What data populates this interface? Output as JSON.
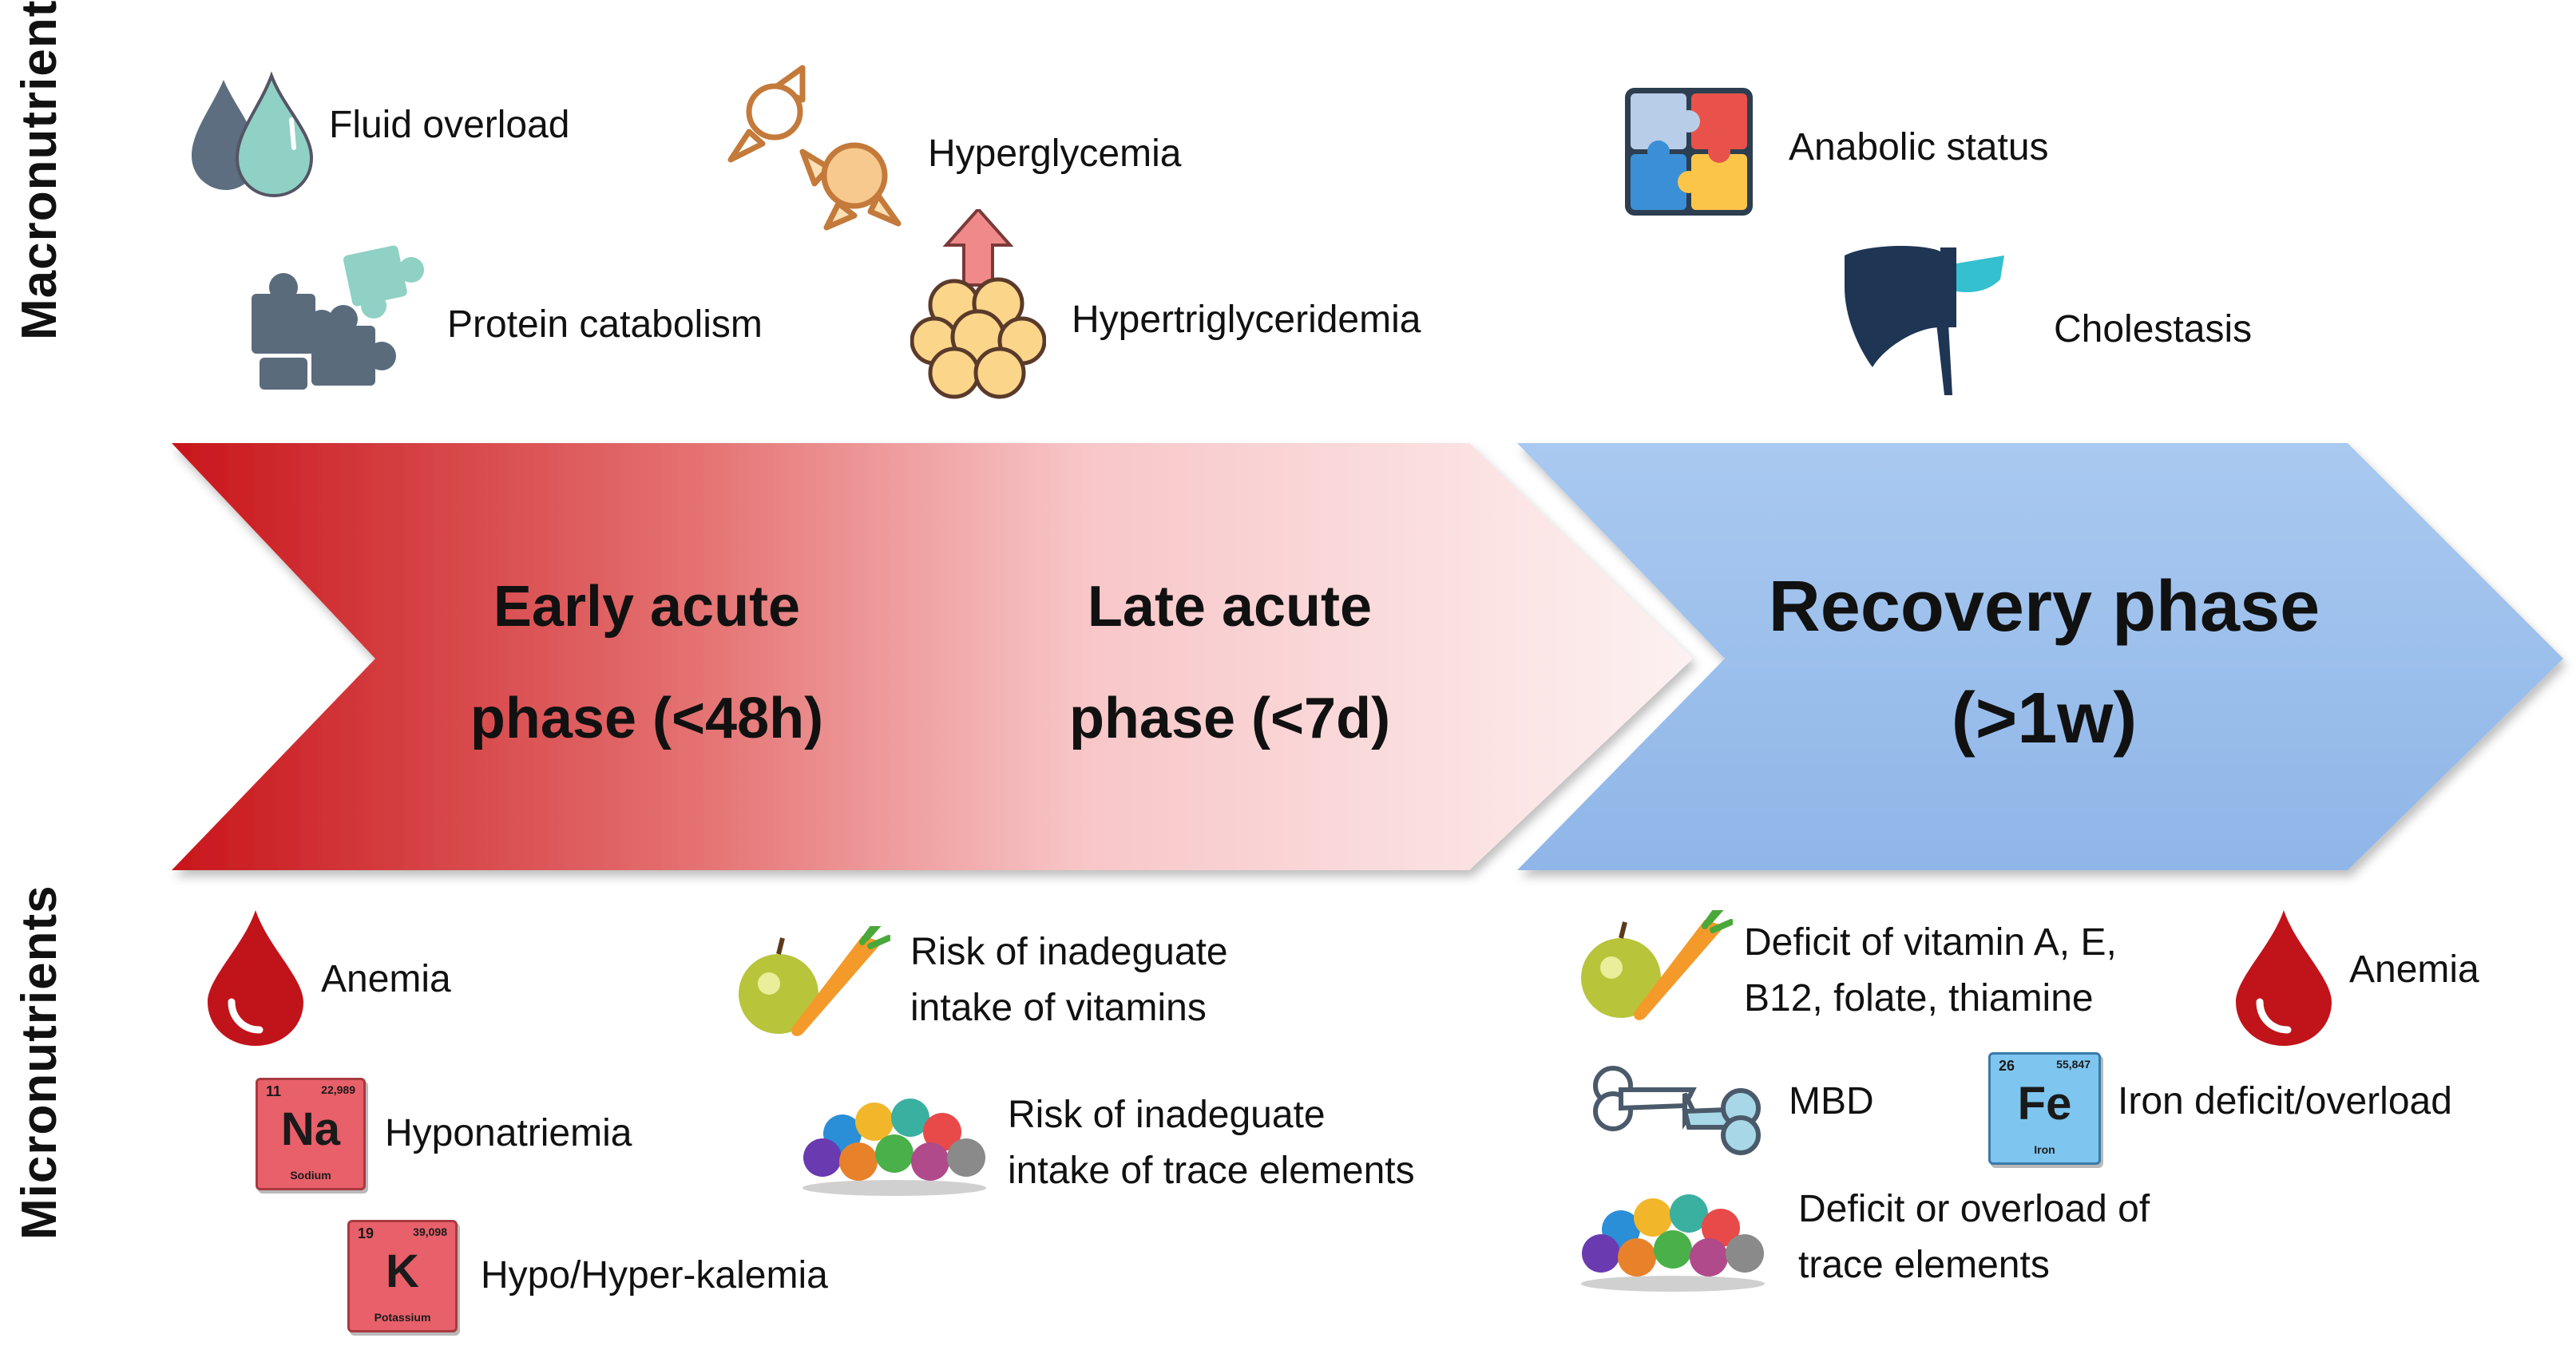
{
  "side_labels": {
    "macronutrients": "Macronutrients",
    "micronutrients": "Micronutrients"
  },
  "phases": {
    "early": {
      "line1": "Early acute",
      "line2": "phase (<48h)"
    },
    "late": {
      "line1": "Late acute",
      "line2": "phase (<7d)"
    },
    "recovery": {
      "line1": "Recovery phase",
      "line2": "(>1w)"
    }
  },
  "macronutrients": {
    "fluid_overload": "Fluid overload",
    "protein_catabolism": "Protein catabolism",
    "hyperglycemia": "Hyperglycemia",
    "hypertriglyceridemia": "Hypertriglyceridemia",
    "anabolic_status": "Anabolic status",
    "cholestasis": "Cholestasis"
  },
  "micronutrients": {
    "anemia_early": "Anemia",
    "hyponatriemia": "Hyponatriemia",
    "hypo_hyper_kalemia": "Hypo/Hyper-kalemia",
    "vitamins_risk_line1": "Risk of inadeguate",
    "vitamins_risk_line2": "intake of vitamins",
    "trace_risk_line1": "Risk of inadeguate",
    "trace_risk_line2": "intake of trace elements",
    "vitamin_deficit_line1": "Deficit of vitamin A, E,",
    "vitamin_deficit_line2": "B12, folate, thiamine",
    "anemia_recovery": "Anemia",
    "mbd": "MBD",
    "iron": "Iron deficit/overload",
    "trace_deficit_line1": "Deficit or overload of",
    "trace_deficit_line2": "trace elements"
  },
  "element_tiles": {
    "sodium": {
      "number": "11",
      "mass": "22,989",
      "symbol": "Na",
      "name": "Sodium"
    },
    "potassium": {
      "number": "19",
      "mass": "39,098",
      "symbol": "K",
      "name": "Potassium"
    },
    "iron": {
      "number": "26",
      "mass": "55,847",
      "symbol": "Fe",
      "name": "Iron"
    }
  },
  "icons": {
    "fluid": "water-drops-icon",
    "protein": "puzzle-pieces-icon",
    "candy": "candy-icon",
    "fat": "fat-cells-arrow-up-icon",
    "anabolic": "colored-puzzle-icon",
    "liver": "liver-icon",
    "blood": "blood-drop-icon",
    "fruit": "fruit-vegetable-icon",
    "minerals": "mineral-balls-icon",
    "bone": "bone-icon"
  },
  "colors": {
    "acute_arrow_start": "#cc1f1f",
    "acute_arrow_end": "#fdf0f0",
    "recovery_arrow": "#9bbfec",
    "blood": "#c0141a",
    "element_tile": "#e8606a"
  }
}
